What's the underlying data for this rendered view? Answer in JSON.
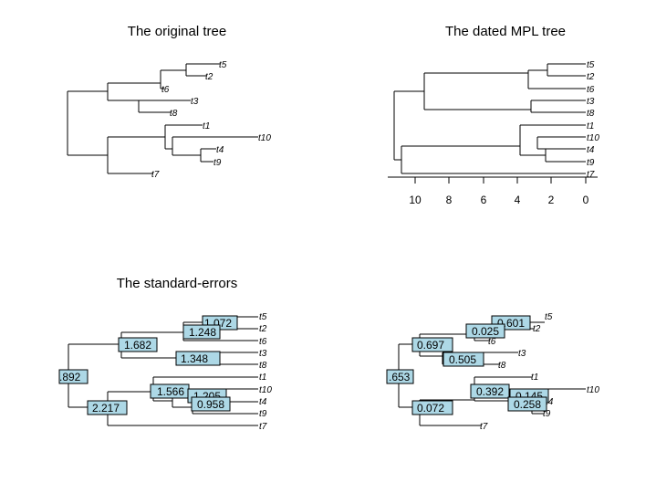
{
  "panels": {
    "original": {
      "title": "The original tree"
    },
    "mpl": {
      "title": "The dated MPL tree",
      "axis_ticks": [
        "10",
        "8",
        "6",
        "4",
        "2",
        "0"
      ]
    },
    "stderr": {
      "title": "The standard-errors"
    },
    "fourth": {
      "title": ""
    }
  },
  "tips": [
    "t5",
    "t2",
    "t6",
    "t3",
    "t8",
    "t1",
    "t10",
    "t4",
    "t9",
    "t7"
  ],
  "stderr_nodes": [
    "1.072",
    "1.248",
    "1.682",
    "1.348",
    ".892",
    "1.566",
    "1.205",
    "0.958",
    "2.217"
  ],
  "fourth_nodes": [
    "0.601",
    "0.025",
    "0.697",
    "0.505",
    ".653",
    "0.392",
    "0.145",
    "0.258",
    "0.072"
  ],
  "colors": {
    "node_box": "#add8e6",
    "lines": "#000000"
  }
}
